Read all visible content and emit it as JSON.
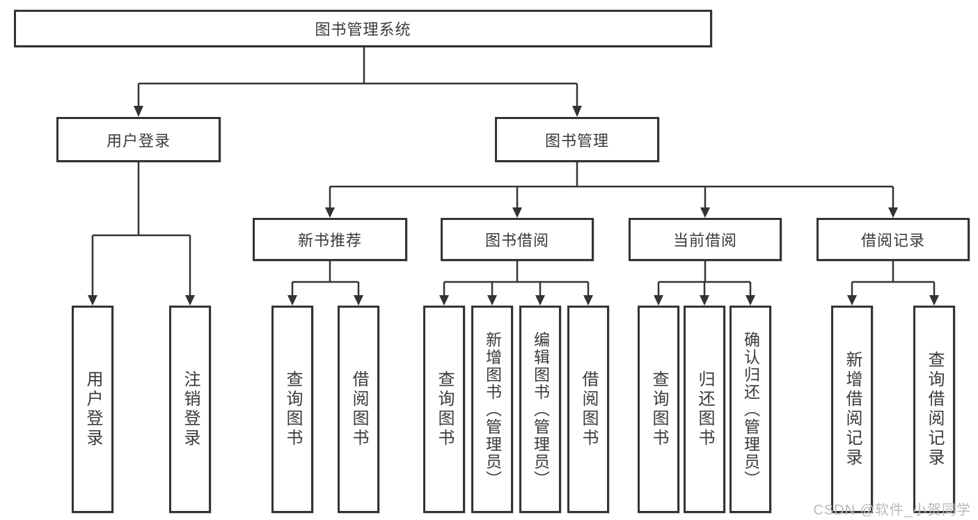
{
  "diagram": {
    "nodes": {
      "root": "图书管理系统",
      "user_login": "用户登录",
      "book_mgmt": "图书管理",
      "new_books": "新书推荐",
      "book_borrow": "图书借阅",
      "current_borrow": "当前借阅",
      "borrow_records": "借阅记录"
    },
    "leaves": {
      "user_login": [
        "用户登录",
        "注销登录"
      ],
      "new_books": [
        "查询图书",
        "借阅图书"
      ],
      "book_borrow": [
        "查询图书",
        "新增图书（管理员）",
        "编辑图书（管理员）",
        "借阅图书"
      ],
      "current_borrow": [
        "查询图书",
        "归还图书",
        "确认归还（管理员）"
      ],
      "borrow_records": [
        "新增借阅记录",
        "查询借阅记录"
      ]
    },
    "colors": {
      "line": "#333333",
      "text": "#3a3a3a",
      "background": "#ffffff",
      "watermark": "#b9b9b9"
    }
  },
  "watermark": {
    "text": "CSDN @软件_小贺同学"
  }
}
